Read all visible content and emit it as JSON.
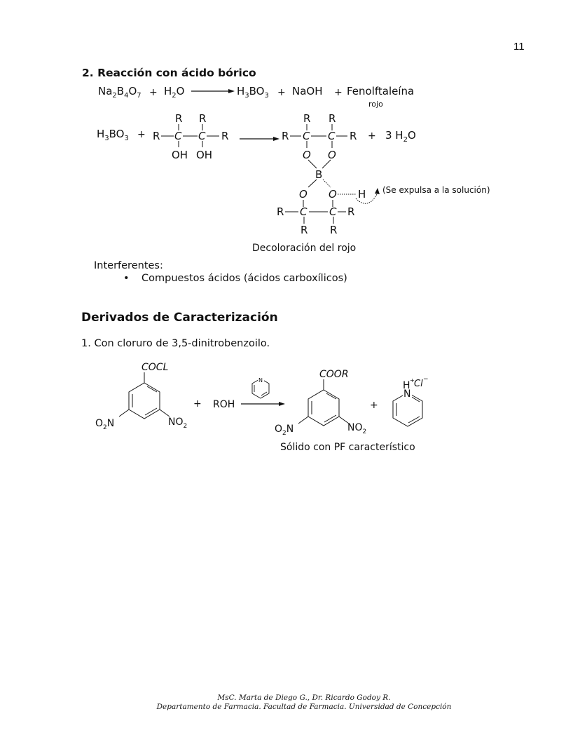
{
  "page": {
    "number": "11"
  },
  "section_boric": {
    "heading": "2. Reacción con ácido bórico",
    "eq1": {
      "reactant1": "Na2B4O7",
      "plus1": "+",
      "reactant2": "H2O",
      "product1": "H3BO3",
      "plus2": "+",
      "product2": "NaOH",
      "plus3": "+",
      "product3": "Fenolftaleína",
      "product3_note": "rojo"
    },
    "eq2": {
      "reactant1": "H3BO3",
      "plus": "+",
      "diol_substituents": [
        "R",
        "R",
        "R",
        "R"
      ],
      "diol_hydroxyls": [
        "OH",
        "OH"
      ],
      "product_plus": "+",
      "byproduct": "3 H2O",
      "expelled_note": "(Se expulsa a la solución)",
      "caption": "Decoloración del rojo"
    },
    "interferents_label": "Interferentes:",
    "interferents": [
      "Compuestos ácidos (ácidos carboxílicos)"
    ]
  },
  "section_derivatives": {
    "heading": "Derivados de Caracterización",
    "item1": "1. Con cloruro de 3,5-dinitrobenzoilo.",
    "reaction": {
      "reactant_group": "COCL",
      "nitro_left": "O2N",
      "nitro_right": "NO2",
      "plus1": "+",
      "alcohol": "ROH",
      "catalyst": "pyridine",
      "product_group": "COOR",
      "plus2": "+",
      "salt": "H+ Cl−",
      "caption": "Sólido con PF característico"
    }
  },
  "footer": {
    "line1": "MsC.  Marta de Diego G.,  Dr. Ricardo Godoy R.",
    "line2": "Departamento de Farmacia. Facultad de Farmacia. Universidad de Concepción"
  }
}
